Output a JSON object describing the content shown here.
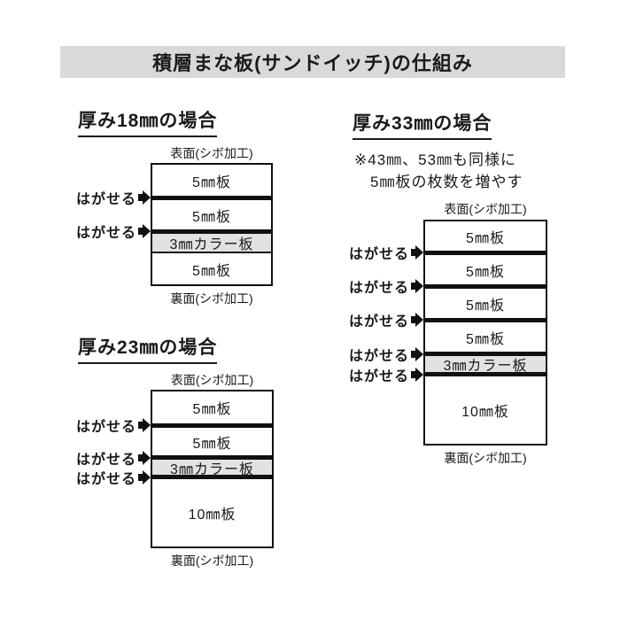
{
  "title": "積層まな板(サンドイッチ)の仕組み",
  "labels": {
    "front": "表面(シボ加工)",
    "back": "裏面(シボ加工)",
    "peel": "はがせる"
  },
  "colors": {
    "title_bar_bg": "#d9d9d9",
    "color_board_bg": "#e2e2e2",
    "line": "#111111"
  },
  "diagrams": {
    "d18": {
      "heading": "厚み18㎜の場合",
      "layers": [
        "5㎜板",
        "5㎜板",
        "3㎜カラー板",
        "5㎜板"
      ],
      "peel_count": 2
    },
    "d23": {
      "heading": "厚み23㎜の場合",
      "layers": [
        "5㎜板",
        "5㎜板",
        "3㎜カラー板",
        "10㎜板"
      ],
      "peel_count": 3
    },
    "d33": {
      "heading": "厚み33㎜の場合",
      "note_line1": "※43㎜、53㎜も同様に",
      "note_line2": "5㎜板の枚数を増やす",
      "layers": [
        "5㎜板",
        "5㎜板",
        "5㎜板",
        "5㎜板",
        "3㎜カラー板",
        "10㎜板"
      ],
      "peel_count": 5
    }
  }
}
